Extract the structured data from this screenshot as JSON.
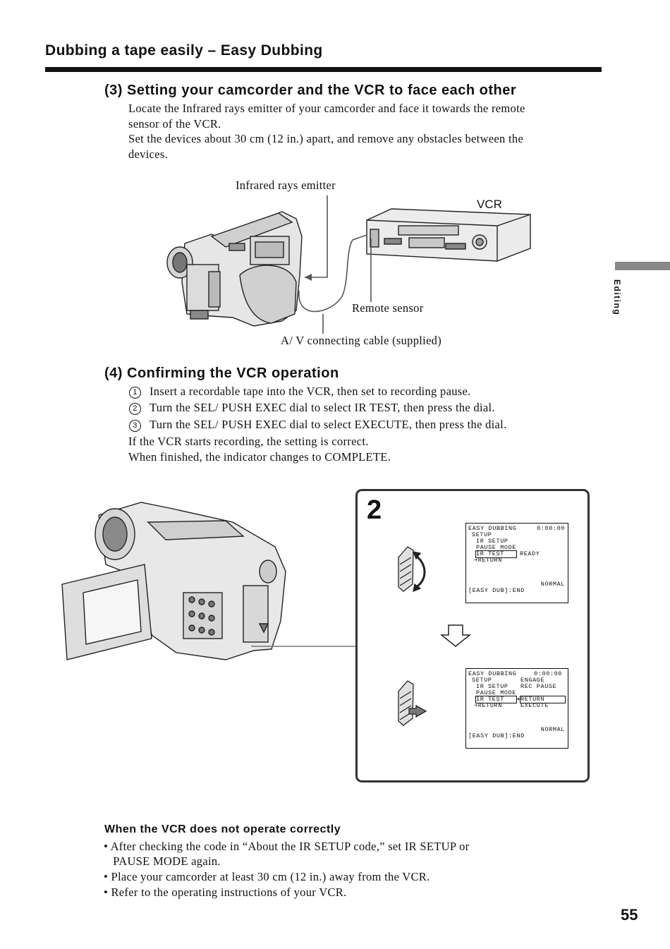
{
  "header": {
    "title": "Dubbing a tape easily – Easy Dubbing"
  },
  "section3": {
    "heading": "(3) Setting your camcorder and the VCR to face each other",
    "lines": [
      "Locate the Infrared rays emitter of your camcorder and face it towards the remote",
      "sensor of the VCR.",
      "Set the devices about 30 cm (12 in.) apart, and remove any obstacles between the",
      "devices."
    ],
    "figure": {
      "label_emitter": "Infrared rays emitter",
      "label_vcr": "VCR",
      "label_sensor": "Remote sensor",
      "label_cable": "A/ V connecting cable (supplied)"
    }
  },
  "section4": {
    "heading": "(4) Confirming the VCR operation",
    "steps": [
      {
        "num": "1",
        "text": "Insert a recordable tape into the VCR, then set to recording pause."
      },
      {
        "num": "2",
        "text": "Turn the SEL/ PUSH EXEC dial to select IR TEST, then press the dial."
      },
      {
        "num": "3",
        "text": "Turn the SEL/ PUSH EXEC dial to select EXECUTE, then press the dial."
      }
    ],
    "notes": [
      "If the VCR starts recording, the setting is correct.",
      "When finished, the indicator changes to COMPLETE."
    ]
  },
  "panel": {
    "step_number": "2",
    "screen1": {
      "title": "EASY DUBBING",
      "time": "0:00:00",
      "lines": [
        "SETUP",
        "IR SETUP",
        "PAUSE MODE",
        "IR TEST",
        "RETURN"
      ],
      "value": "READY",
      "mode": "NORMAL",
      "footer": "[EASY DUB]:END"
    },
    "screen2": {
      "title": "EASY DUBBING",
      "time": "0:00:00",
      "lines": [
        "SETUP",
        "IR SETUP",
        "PAUSE MODE",
        "IR TEST",
        "RETURN"
      ],
      "options": [
        "ENGAGE",
        "REC PAUSE",
        "RETURN",
        "EXECUTE"
      ],
      "mode": "NORMAL",
      "footer": "[EASY DUB]:END"
    }
  },
  "trouble": {
    "heading": "When the VCR does not operate correctly",
    "bullets": [
      "• After checking the code in “About the IR SETUP code,” set IR SETUP or",
      "   PAUSE MODE again.",
      "• Place your camcorder at least 30 cm (12 in.) away from the VCR.",
      "• Refer to the operating instructions of your VCR."
    ]
  },
  "side_tab": {
    "label": "Editing"
  },
  "page_number": "55"
}
